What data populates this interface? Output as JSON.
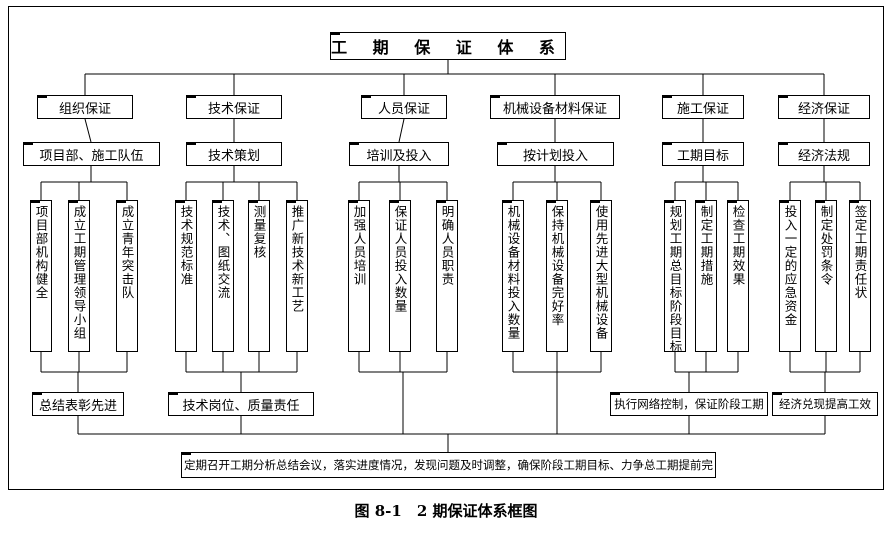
{
  "title": "工 期 保 证 体 系",
  "categories": [
    {
      "head": "组织保证",
      "sub": "项目部、施工队伍",
      "items": [
        "项目部机构健全",
        "成立工期管理领导小组",
        "成立青年突击队"
      ],
      "foot": "总结表彰先进"
    },
    {
      "head": "技术保证",
      "sub": "技术策划",
      "items": [
        "技术规范标准",
        "技术、图纸交流",
        "测量复核",
        "推广新技术新工艺"
      ],
      "foot": "技术岗位、质量责任"
    },
    {
      "head": "人员保证",
      "sub": "培训及投入",
      "items": [
        "加强人员培训",
        "保证人员投入数量",
        "明确人员职责"
      ]
    },
    {
      "head": "机械设备材料保证",
      "sub": "按计划投入",
      "items": [
        "机械设备材料投入数量",
        "保持机械设备完好率",
        "使用先进大型机械设备"
      ]
    },
    {
      "head": "施工保证",
      "sub": "工期目标",
      "items": [
        "规划工期总目标阶段目标",
        "制定工期措施",
        "检查工期效果"
      ],
      "foot": "执行网络控制，保证阶段工期"
    },
    {
      "head": "经济保证",
      "sub": "经济法规",
      "items": [
        "投入一定的应急资金",
        "制定处罚条令",
        "签定工期责任状"
      ],
      "foot": "经济兑现提高工效"
    }
  ],
  "bottom": "定期召开工期分析总结会议，落实进度情况，发现问题及时调整，确保阶段工期目标、力争总工期提前完",
  "caption": "图 8-1　2 期保证体系框图"
}
